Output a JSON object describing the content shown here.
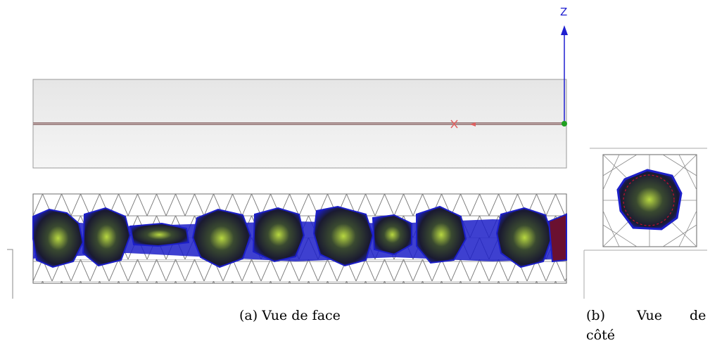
{
  "viewport": {
    "axis_z_label": "Z",
    "axis_x_label": "X"
  },
  "captions": {
    "front": "(a) Vue de face",
    "side_label": "(b)",
    "side_word1": "Vue",
    "side_word2": "de",
    "side_word3": "côté"
  },
  "colors": {
    "viewport_top": "#e6e6e6",
    "viewport_bottom": "#f4f4f4",
    "axis_z": "#1f1fd0",
    "axis_x": "#e06060",
    "axis_origin": "#1fa020",
    "rod": "#9a7f7f",
    "mesh_line": "#7a7a7a",
    "grain_blue": "#1c1fc8",
    "grain_dark": "#1a1a30",
    "grain_highlight": "#b8d840"
  },
  "icons": {
    "origin_marker": "green-dot-icon",
    "x_marker": "x-axis-cross-icon"
  }
}
